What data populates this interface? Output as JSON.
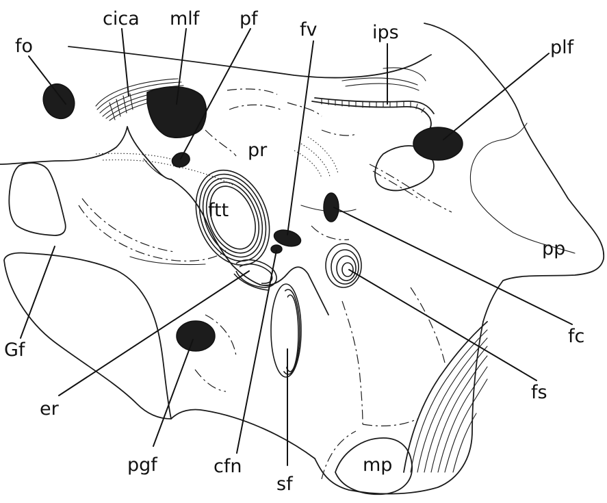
{
  "figure": {
    "labels": {
      "fo": "fo",
      "cica": "cica",
      "mlf": "mlf",
      "pf": "pf",
      "fv": "fv",
      "ips": "ips",
      "plf": "plf",
      "pr": "pr",
      "ftt": "ftt",
      "pp": "pp",
      "Gf": "Gf",
      "fc": "fc",
      "fs": "fs",
      "er": "er",
      "pgf": "pgf",
      "cfn": "cfn",
      "sf": "sf",
      "mp": "mp"
    },
    "colors": {
      "ink": "#1a1a1a",
      "background": "#ffffff"
    }
  }
}
